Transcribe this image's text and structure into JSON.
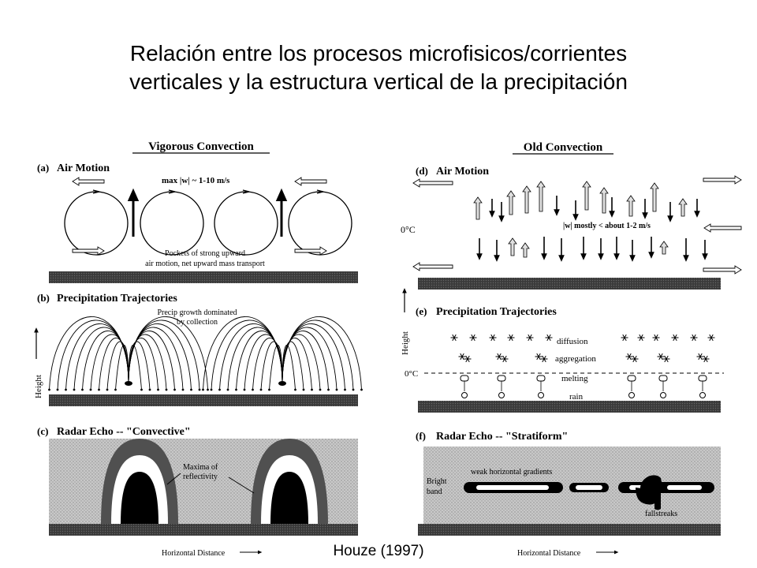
{
  "slide_title_line1": "Relación entre los procesos microfisicos/corrientes",
  "slide_title_line2": "verticales y la estructura vertical de la precipitación",
  "credit": "Houze (1997)",
  "left": {
    "heading": "Vigorous Convection",
    "panel_a": {
      "tag": "(a)",
      "title": "Air Motion",
      "max_w": "max |w| ~ 1-10 m/s",
      "note_line1": "Pockets of strong upward",
      "note_line2": "air motion, net upward mass transport"
    },
    "panel_b": {
      "tag": "(b)",
      "title": "Precipitation Trajectories",
      "note_line1": "Precip growth dominated",
      "note_line2": "by collection",
      "height_label": "Height"
    },
    "panel_c": {
      "tag": "(c)",
      "title": "Radar Echo -- \"Convective\"",
      "maxima_line1": "Maxima of",
      "maxima_line2": "reflectivity"
    },
    "x_label": "Horizontal Distance"
  },
  "right": {
    "heading": "Old Convection",
    "panel_d": {
      "tag": "(d)",
      "title": "Air Motion",
      "zero_c": "0°C",
      "w_note": "|w| mostly < about 1-2 m/s"
    },
    "panel_e": {
      "tag": "(e)",
      "title": "Precipitation Trajectories",
      "height_label": "Height",
      "zero_c": "0°C",
      "diffusion": "diffusion",
      "aggregation": "aggregation",
      "melting": "melting",
      "rain": "rain"
    },
    "panel_f": {
      "tag": "(f)",
      "title": "Radar Echo -- \"Stratiform\"",
      "gradients": "weak horizontal gradients",
      "bright_line1": "Bright",
      "bright_line2": "band",
      "fallstreaks": "fallstreaks"
    },
    "x_label": "Horizontal Distance"
  }
}
